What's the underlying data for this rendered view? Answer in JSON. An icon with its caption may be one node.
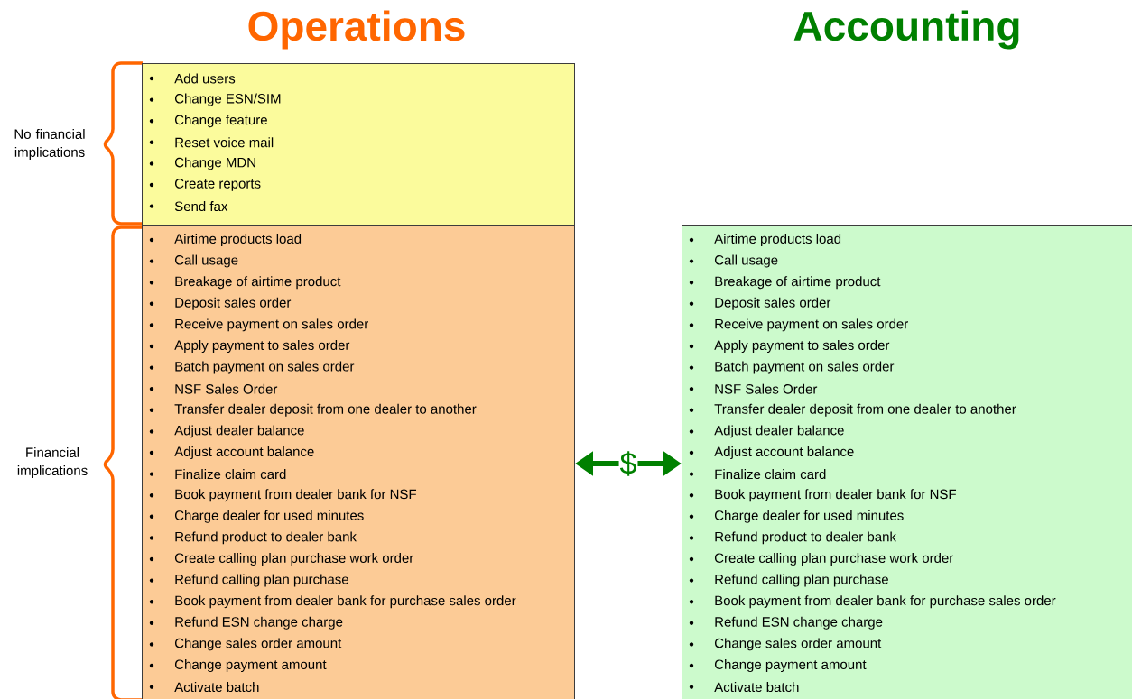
{
  "diagram": {
    "nodes": [
      {
        "text": [
          "Add users",
          "Change ESN/SIM",
          "Change feature",
          "Reset voice mail",
          "Change MDN",
          "Create reports",
          "Send fax"
        ]
      },
      {
        "text": [
          "Airtime products load",
          "Call usage",
          "Breakage of airtime product",
          "Deposit sales order",
          "Receive payment on sales order",
          "Apply payment to sales order",
          "Batch payment on sales order",
          "NSF Sales Order",
          "Transfer dealer deposit from one dealer to another",
          "Adjust dealer balance",
          "Adjust account balance",
          "Finalize claim card",
          "Book payment from dealer bank for NSF",
          "Charge dealer for used minutes",
          "Refund product to dealer bank",
          "Create calling plan purchase work order",
          "Refund calling plan purchase",
          "Book payment from dealer bank for purchase sales order",
          "Refund ESN change charge",
          "Change sales order amount",
          "Change payment amount",
          "Activate batch"
        ]
      },
      {
        "text": [
          "Airtime products load",
          "Call usage",
          "Breakage of airtime product",
          "Deposit sales order",
          "Receive payment on sales order",
          "Apply payment to sales order",
          "Batch payment on sales order",
          "NSF Sales Order",
          "Transfer dealer deposit from one dealer to another",
          "Adjust dealer balance",
          "Adjust account balance",
          "Finalize claim card",
          "Book payment from dealer bank for NSF",
          "Charge dealer for used minutes",
          "Refund product to dealer bank",
          "Create calling plan purchase work order",
          "Refund calling plan purchase",
          "Book payment from dealer bank for purchase sales order",
          "Refund ESN change charge",
          "Change sales order amount",
          "Change payment amount",
          "Activate batch"
        ]
      }
    ],
    "edges": [
      {
        "from": 1,
        "to": 2,
        "arrow": "both",
        "label": "$",
        "color": "#008000"
      }
    ],
    "labels": [
      "Operations",
      "Accounting",
      "No financial implications",
      "Financial implications"
    ]
  }
}
